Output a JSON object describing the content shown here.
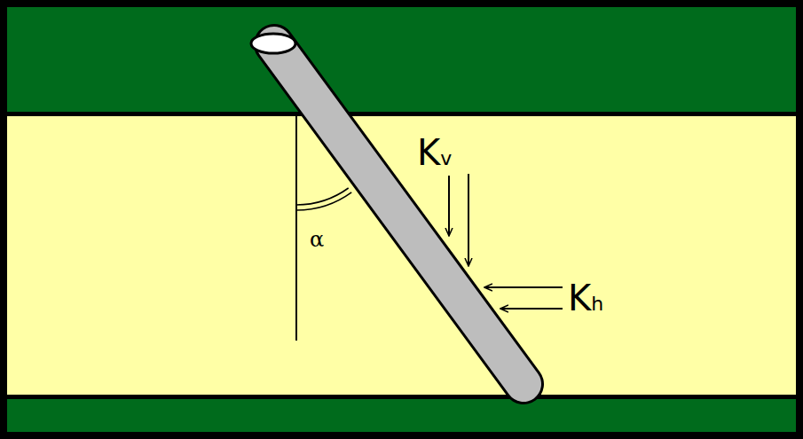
{
  "diagram": {
    "labels": [
      "Kv",
      "α",
      "Kh"
    ]
  }
}
